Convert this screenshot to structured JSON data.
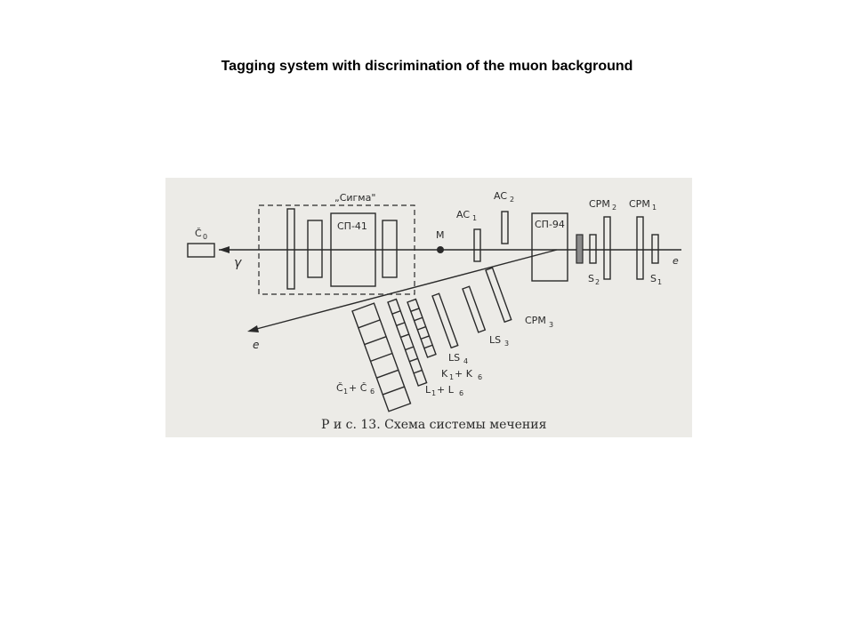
{
  "slide": {
    "title": "Tagging system with discrimination of the muon background"
  },
  "diagram": {
    "labels": {
      "sigma": "„Сигма\"",
      "sp41": "СП-41",
      "sp94": "СП-94",
      "c0": "Č",
      "c0_sub": "0",
      "gamma": "γ",
      "m": "M",
      "ac1": "AC",
      "ac1_sub": "1",
      "ac2": "AC",
      "ac2_sub": "2",
      "cpm2": "CPM",
      "cpm2_sub": "2",
      "cpm1": "CPM",
      "cpm1_sub": "1",
      "s2": "S",
      "s2_sub": "2",
      "s1": "S",
      "s1_sub": "1",
      "e_right": "e",
      "e_left": "e",
      "cpm3": "CPM",
      "cpm3_sub": "3",
      "ls3": "LS",
      "ls3_sub": "3",
      "ls4": "LS",
      "ls4_sub": "4",
      "k": "K",
      "k_sub1": "1",
      "k_plus": "+ K",
      "k_sub2": "6",
      "l": "L",
      "l_sub1": "1",
      "l_plus": "+ L",
      "l_sub2": "6",
      "c": "Č",
      "c_sub1": "1",
      "c_plus": "+ Č",
      "c_sub2": "6"
    },
    "caption": "Р и с. 13. Схема системы мечения"
  }
}
